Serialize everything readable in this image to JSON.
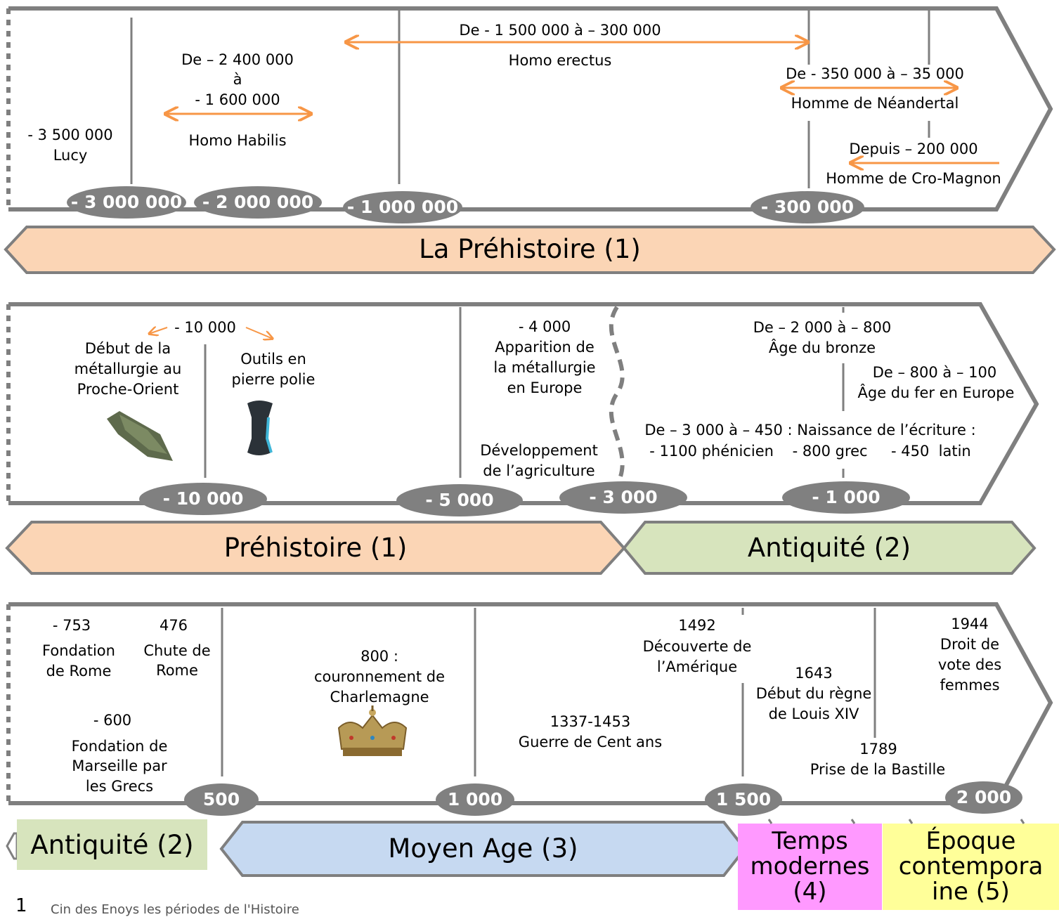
{
  "row1": {
    "markers": [
      "- 3 000 000",
      "- 2 000 000",
      "- 1 000 000",
      "- 300 000"
    ],
    "lucy_date": "- 3 500 000",
    "lucy_name": "Lucy",
    "habilis_from": "De – 2 400 000",
    "habilis_to_word": "à",
    "habilis_to": "- 1 600 000",
    "habilis_name": "Homo Habilis",
    "erectus_range": "De  - 1 500 000 à – 300 000",
    "erectus_name": "Homo erectus",
    "neandertal_range": "De  - 350 000 à – 35 000",
    "neandertal_name": "Homme de Néandertal",
    "cromagnon_range": "Depuis – 200 000",
    "cromagnon_name": "Homme de Cro-Magnon",
    "band": "La Préhistoire (1)"
  },
  "row2": {
    "markers": [
      "- 10 000",
      "- 5 000",
      "- 3 000",
      "- 1 000"
    ],
    "metal_date": "- 10 000",
    "metal_line1": "Début de la",
    "metal_line2": "métallurgie au",
    "metal_line3": "Proche-Orient",
    "tools_line1": "Outils en",
    "tools_line2": "pierre polie",
    "europe_date": "- 4 000",
    "europe_line1": "Apparition de",
    "europe_line2": "la métallurgie",
    "europe_line3": "en Europe",
    "agri_line1": "Développement",
    "agri_line2": "de l’agriculture",
    "bronze_range": "De – 2 000 à – 800",
    "bronze_name": "Âge du bronze",
    "fer_range": "De – 800 à – 100",
    "fer_name": "Âge du fer en Europe",
    "ecriture_line1": "De – 3 000 à – 450 : Naissance de l’écriture :",
    "ecriture_line2": "- 1100 phénicien    - 800 grec     - 450  latin",
    "band_left": "Préhistoire (1)",
    "band_right": "Antiquité (2)"
  },
  "row3": {
    "markers": [
      "500",
      "1 000",
      "1 500",
      "2 000"
    ],
    "rome_date": "- 753",
    "rome_line1": "Fondation",
    "rome_line2": "de Rome",
    "chute_date": "476",
    "chute_line1": "Chute de",
    "chute_line2": "Rome",
    "marseille_date": "- 600",
    "marseille_line1": "Fondation de",
    "marseille_line2": "Marseille par",
    "marseille_line3": "les Grecs",
    "charlemagne_line1": "800 :",
    "charlemagne_line2": "couronnement de",
    "charlemagne_line3": "Charlemagne",
    "centans_date": "1337-1453",
    "centans_name": "Guerre de Cent ans",
    "amerique_date": "1492",
    "amerique_line1": "Découverte de",
    "amerique_line2": "l’Amérique",
    "louis_date": "1643",
    "louis_line1": "Début du règne",
    "louis_line2": "de Louis XIV",
    "bastille_date": "1789",
    "bastille_name": "Prise de la Bastille",
    "vote_date": "1944",
    "vote_line1": "Droit de",
    "vote_line2": "vote des",
    "vote_line3": "femmes",
    "band_antiquite": "Antiquité (2)",
    "band_moyen": "Moyen Age (3)",
    "temps_line1": "Temps",
    "temps_line2": "modernes",
    "temps_line3": "(4)",
    "epoque_line1": "Époque",
    "epoque_line2": "contempora",
    "epoque_line3": "ine (5)"
  },
  "footer": {
    "number": "1",
    "text": "Cin des Enoys les périodes de l'Histoire"
  },
  "colors": {
    "frame": "#7f7f7f",
    "orange_arrow": "#f79646",
    "prehistoire_fill": "#fbd5b5",
    "antiquite_fill": "#d7e4bd",
    "moyen_age_fill": "#c6d9f1",
    "temps_modernes_fill": "#ff99ff",
    "epoque_contemporaine_fill": "#ffff99"
  }
}
